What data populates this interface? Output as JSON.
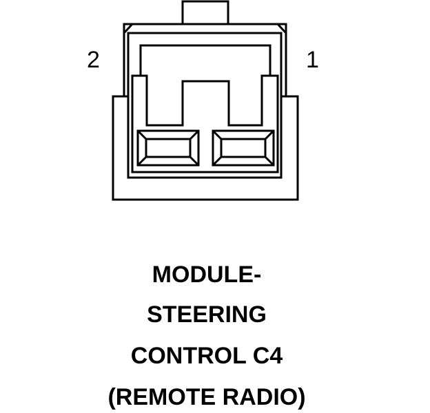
{
  "connector": {
    "pin_labels": {
      "left": "2",
      "right": "1"
    },
    "caption_lines": [
      "MODULE-",
      "STEERING",
      "CONTROL C4",
      "(REMOTE RADIO)"
    ]
  },
  "colors": {
    "stroke": "#000000",
    "background": "#ffffff"
  }
}
